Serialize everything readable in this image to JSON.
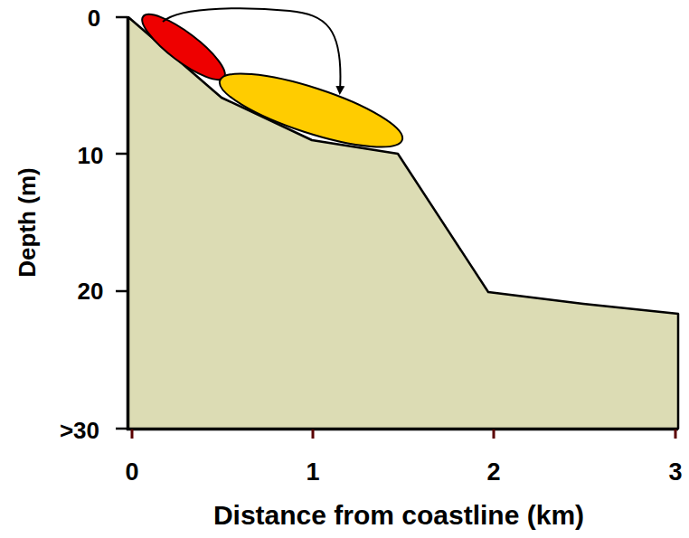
{
  "diagram": {
    "labels": [
      "0",
      "10",
      "20",
      ">30",
      "0",
      "1",
      "2",
      "3",
      "Depth (m)",
      "Distance from coastline (km)"
    ]
  }
}
